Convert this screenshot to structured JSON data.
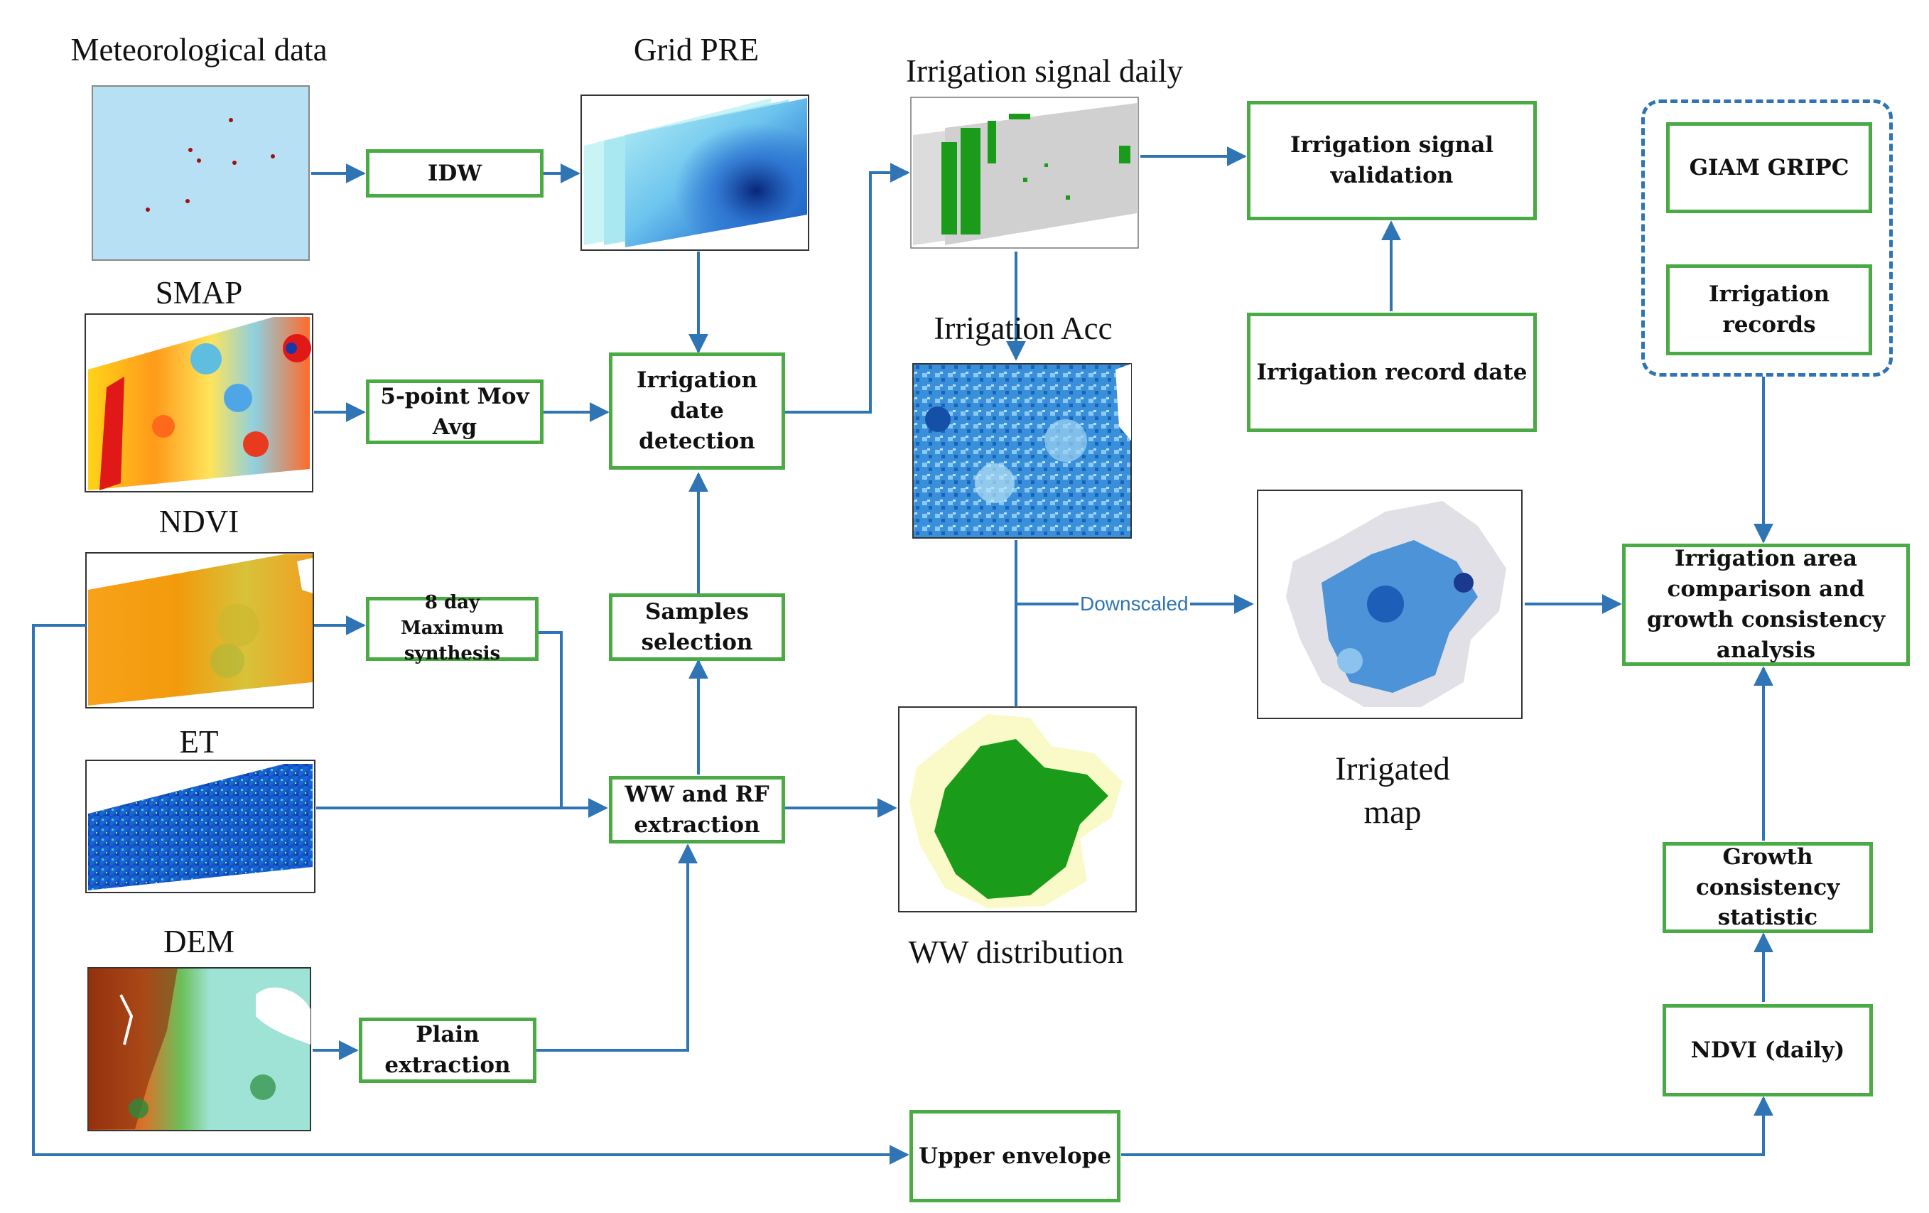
{
  "labels": {
    "meteorological": "Meteorological data",
    "grid_pre": "Grid PRE",
    "signal_daily": "Irrigation signal daily",
    "smap": "SMAP",
    "irr_acc": "Irrigation Acc",
    "ndvi": "NDVI",
    "et": "ET",
    "dem": "DEM",
    "ww_dist": "WW distribution",
    "irrigated_map": "Irrigated\nmap",
    "downscaled": "Downscaled"
  },
  "boxes": {
    "idw": "IDW",
    "movavg": "5-point Mov\nAvg",
    "max_synth": "8 day Maximum\nsynthesis",
    "plain": "Plain\nextraction",
    "irr_date": "Irrigation\ndate\ndetection",
    "samples": "Samples\nselection",
    "wwrf": "WW and RF\nextraction",
    "validation": "Irrigation signal\nvalidation",
    "record_date": "Irrigation record date",
    "giam": "GIAM GRIPC",
    "records": "Irrigation\nrecords",
    "comparison": "Irrigation area\ncomparison and\ngrowth consistency\nanalysis",
    "growth": "Growth\nconsistency\nstatistic",
    "ndvi_daily": "NDVI (daily)",
    "upper": "Upper envelope"
  },
  "colors": {
    "arrow": "#2f74b5",
    "box_border": "#4aab45",
    "text": "#111111"
  }
}
